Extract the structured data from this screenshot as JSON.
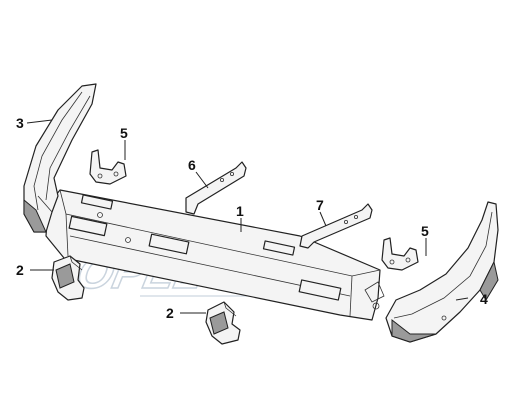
{
  "diagram": {
    "callouts": [
      {
        "id": "c1",
        "text": "1"
      },
      {
        "id": "c2a",
        "text": "2"
      },
      {
        "id": "c2b",
        "text": "2"
      },
      {
        "id": "c3",
        "text": "3"
      },
      {
        "id": "c4",
        "text": "4"
      },
      {
        "id": "c5a",
        "text": "5"
      },
      {
        "id": "c5b",
        "text": "5"
      },
      {
        "id": "c6",
        "text": "6"
      },
      {
        "id": "c7",
        "text": "7"
      }
    ],
    "colors": {
      "ink": "#222222",
      "shade": "#9a9a9a",
      "watermark": "#b9c6d3"
    }
  }
}
